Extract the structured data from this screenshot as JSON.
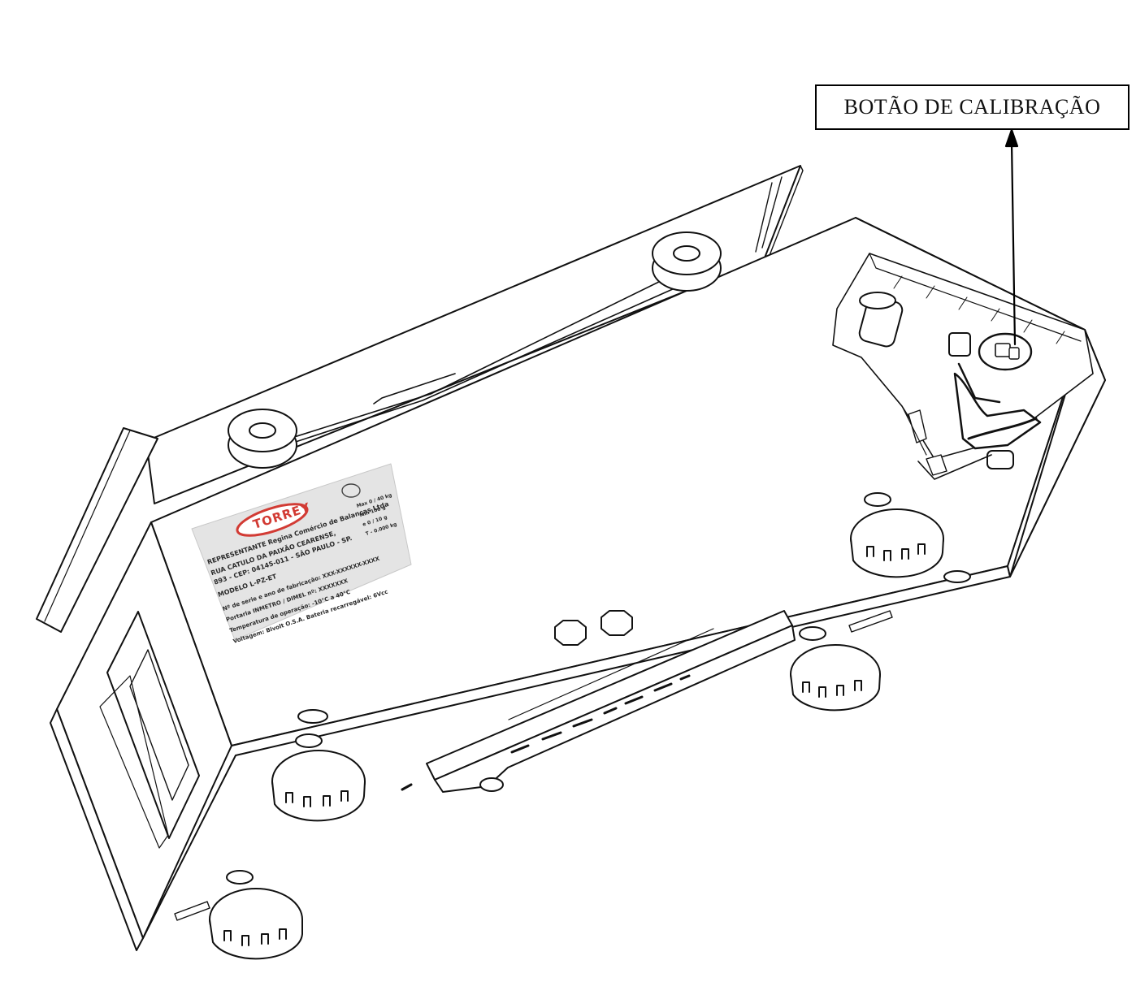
{
  "callout": {
    "label": "BOTÃO DE CALIBRAÇÃO"
  },
  "label_plate": {
    "brand": "TORREY",
    "cert_mark": "[seal]",
    "lines": [
      "REPRESENTANTE  Regina Comércio de Balanças Ltda",
      "RUA CATULO DA PAIXÃO CEARENSE,",
      "893 - CEP: 04145-011 - SÃO PAULO - SP.",
      "MODELO  L-PZ-ET",
      "Nº de serie e ano de fabricação: XXX-XXXXXX-XXXX",
      "Portaria INMETRO / DIMEL nº: XXXXXXX",
      "Temperatura de operação: -10°C a 40°C",
      "Voltagem: Bivolt O.S.A.  Bateria recarregável: 6Vcc"
    ],
    "spec_lines": [
      "Max  0 / 40 kg",
      "Min  100 g",
      "e  0 / 10 g",
      "T  -  0.000 kg"
    ]
  },
  "colors": {
    "line": "#111111",
    "fill": "#ffffff",
    "plate_bg": "#e4e4e4",
    "brand_red": "#d23b34"
  }
}
